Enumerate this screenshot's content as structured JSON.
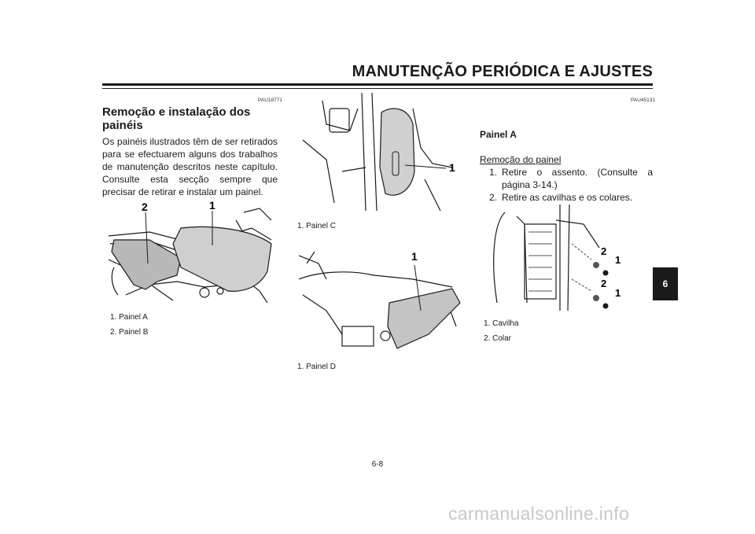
{
  "header": {
    "title": "MANUTENÇÃO PERIÓDICA E AJUSTES"
  },
  "left": {
    "code": "PAU18771",
    "title": "Remoção e instalação dos painéis",
    "paragraph": "Os painéis ilustrados têm de ser retirados para se efectuarem alguns dos trabalhos de manutenção descritos neste capítulo. Consulte esta secção sempre que precisar de retirar e instalar um painel.",
    "figure": {
      "callouts": [
        "2",
        "1"
      ]
    },
    "captions": [
      "1.  Painel A",
      "2.  Painel B"
    ]
  },
  "middle": {
    "figure_c": {
      "callouts": [
        "1"
      ],
      "captions": [
        "1.  Painel C"
      ]
    },
    "figure_d": {
      "callouts": [
        "1"
      ],
      "captions": [
        "1.  Painel D"
      ]
    }
  },
  "right": {
    "code": "PAU45131",
    "subtitle": "Painel A",
    "procedure": "Remoção do painel",
    "steps": [
      {
        "num": "1.",
        "text": "Retire o assento. (Consulte a página 3-14.)"
      },
      {
        "num": "2.",
        "text": "Retire as cavilhas e os colares."
      }
    ],
    "figure": {
      "callouts": [
        "2",
        "1",
        "2",
        "1"
      ]
    },
    "captions": [
      "1.  Cavilha",
      "2.  Colar"
    ]
  },
  "tab": {
    "label": "6"
  },
  "footer": {
    "page": "6-8"
  },
  "watermark": "carmanualsonline.info"
}
